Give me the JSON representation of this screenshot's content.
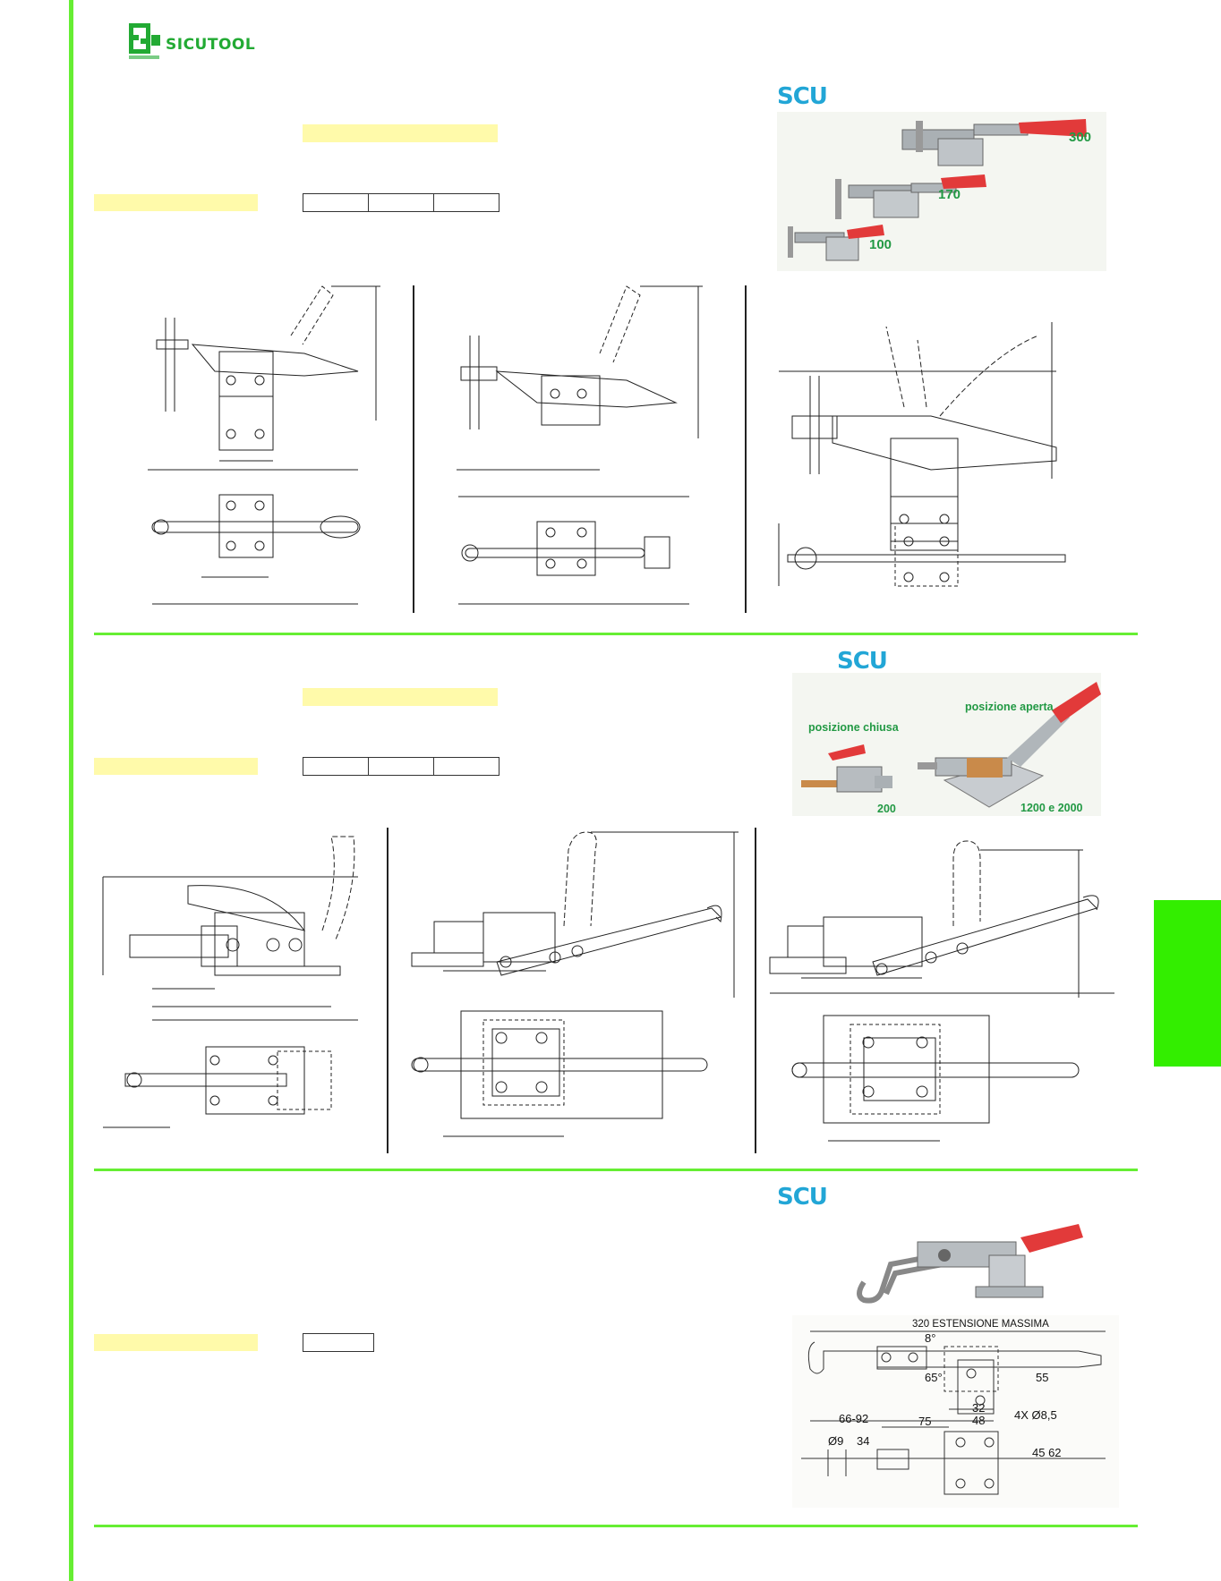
{
  "brand": {
    "name": "SICUTOOL",
    "logo_icon": "sicutool-logo-icon"
  },
  "sections": [
    {
      "id": "section-1",
      "scu_logo": "SCU",
      "photo_labels": [
        "300",
        "170",
        "100"
      ]
    },
    {
      "id": "section-2",
      "scu_logo": "SCU",
      "photo_labels": {
        "closed": "posizione chiusa",
        "open": "posizione aperta",
        "model_closed": "200",
        "model_open": "1200 e 2000"
      }
    },
    {
      "id": "section-3",
      "scu_logo": "SCU",
      "drawing_dimensions": {
        "max_extension": "320 ESTENSIONE MASSIMA",
        "angle_8": "8°",
        "angle_65": "65°",
        "d55": "55",
        "d66_92": "66-92",
        "d75": "75",
        "d32": "32",
        "d48": "48",
        "holes": "4X Ø8,5",
        "d9": "Ø9",
        "d34": "34",
        "d45_62": "45 62"
      }
    }
  ],
  "colors": {
    "accent_green": "#66ee33",
    "tab_green": "#33ee00",
    "highlight_yellow": "#fffaaa",
    "scu_blue": "#22a6d6",
    "handle_red": "#e23a3a",
    "label_green": "#229944"
  }
}
